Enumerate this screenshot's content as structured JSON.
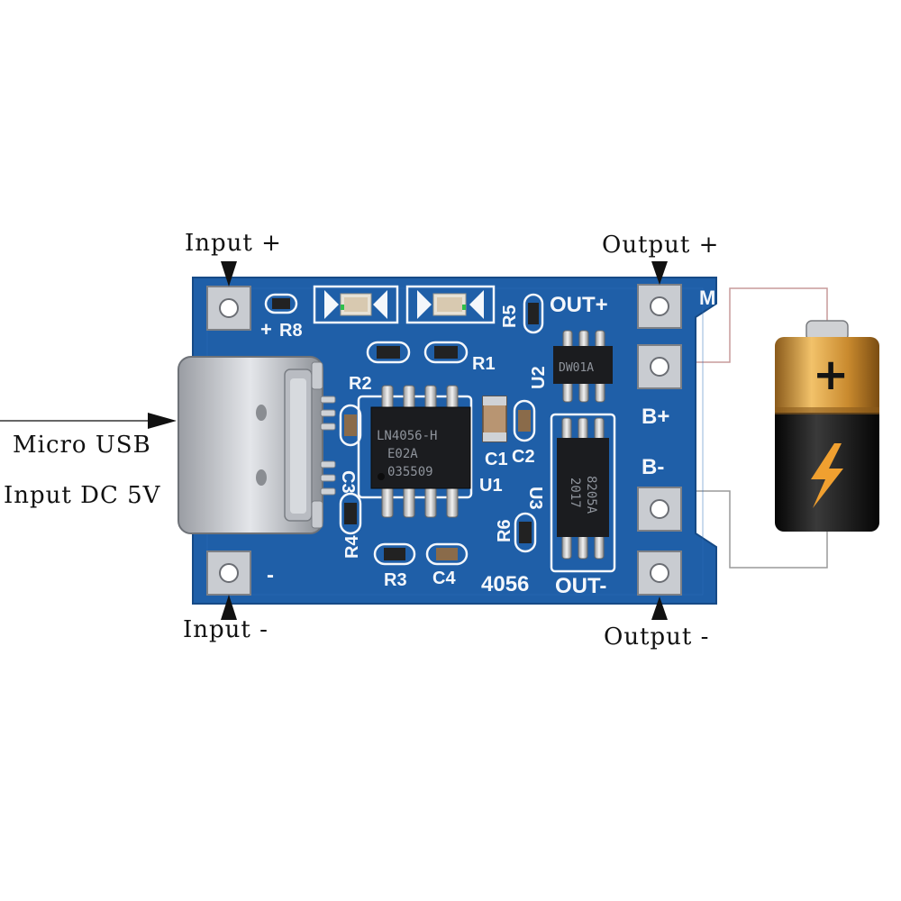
{
  "callouts": {
    "input_plus": "Input +",
    "input_minus": "Input -",
    "output_plus": "Output +",
    "output_minus": "Output -",
    "usb_line1": "Micro USB",
    "usb_line2": "Input DC 5V"
  },
  "silkscreen": {
    "plus": "+",
    "minus": "-",
    "r8": "R8",
    "r1": "R1",
    "r2": "R2",
    "r3": "R3",
    "r4": "R4",
    "r5": "R5",
    "r6": "R6",
    "c1": "C1",
    "c2": "C2",
    "c3": "C3",
    "c4": "C4",
    "u1": "U1",
    "u2": "U2",
    "u3": "U3",
    "out_plus": "OUT+",
    "out_minus": "OUT-",
    "b_plus": "B+",
    "b_minus": "B-",
    "m": "M",
    "board_id": "4056"
  },
  "chips": {
    "u1_line1": "LN4056-H",
    "u1_line2": "E02A",
    "u1_line3": "035509",
    "u2_label": "DW01A",
    "u3_line1": "8205A",
    "u3_line2": "2017"
  },
  "battery": {
    "plus_symbol": "+",
    "icon": "lightning-bolt-icon"
  },
  "colors": {
    "pcb": "#1f5fa8",
    "pad": "#c9ccd1",
    "battery_top": "#d69a3a",
    "battery_bottom": "#1b1b1b",
    "bolt": "#f0a030"
  }
}
